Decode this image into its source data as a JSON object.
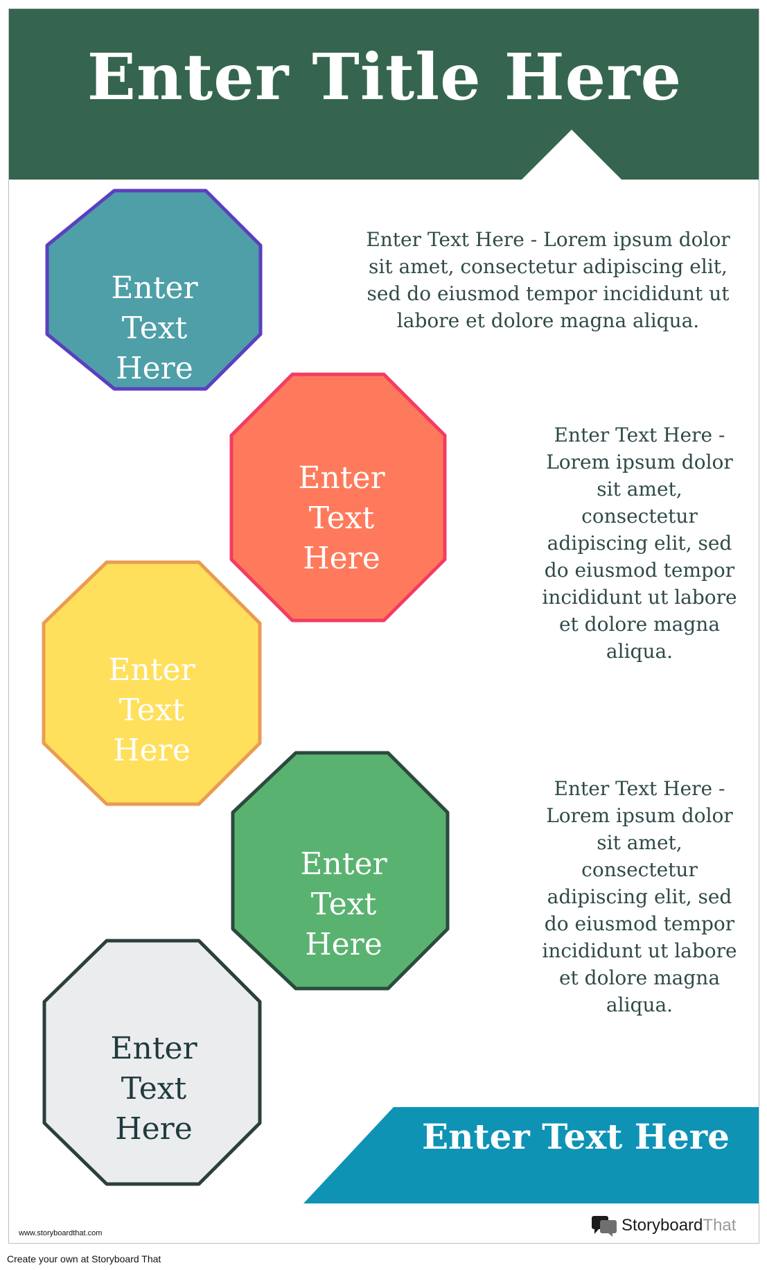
{
  "poster": {
    "title": "Enter Title Here",
    "octagons": [
      {
        "label": "Enter Text Here",
        "fill": "#4e9fa8",
        "stroke": "#5b3fbf",
        "text_color": "#ffffff"
      },
      {
        "label": "Enter Text Here",
        "fill": "#ff7a5c",
        "stroke": "#f33c63",
        "text_color": "#ffffff"
      },
      {
        "label": "Enter Text Here",
        "fill": "#ffe05c",
        "stroke": "#ea9c52",
        "text_color": "#ffffff"
      },
      {
        "label": "Enter Text Here",
        "fill": "#5ab271",
        "stroke": "#2c4a3e",
        "text_color": "#ffffff"
      },
      {
        "label": "Enter Text Here",
        "fill": "#eaecee",
        "stroke": "#2c3f3d",
        "text_color": "#1f3a3d"
      }
    ],
    "descriptions": [
      "Enter Text Here - Lorem ipsum dolor sit amet, consectetur adipiscing elit, sed do eiusmod tempor incididunt ut labore et dolore magna aliqua.",
      "Enter Text Here - Lorem ipsum dolor sit amet, consectetur adipiscing elit, sed do eiusmod tempor incididunt ut labore et dolore magna aliqua.",
      "Enter Text Here - Lorem ipsum dolor sit amet, consectetur adipiscing elit, sed do eiusmod tempor incididunt ut labore et dolore magna aliqua."
    ],
    "bottom_banner": "Enter Text Here",
    "url": "www.storyboardthat.com",
    "logo": {
      "name": "Storyboard",
      "suffix": "That",
      "icon": "speech-bubbles-icon"
    }
  },
  "footer": {
    "caption": "Create your own at Storyboard That"
  },
  "colors": {
    "title_banner": "#35654e",
    "bottom_banner": "#0e93b5",
    "description_text": "#2f4a48"
  }
}
